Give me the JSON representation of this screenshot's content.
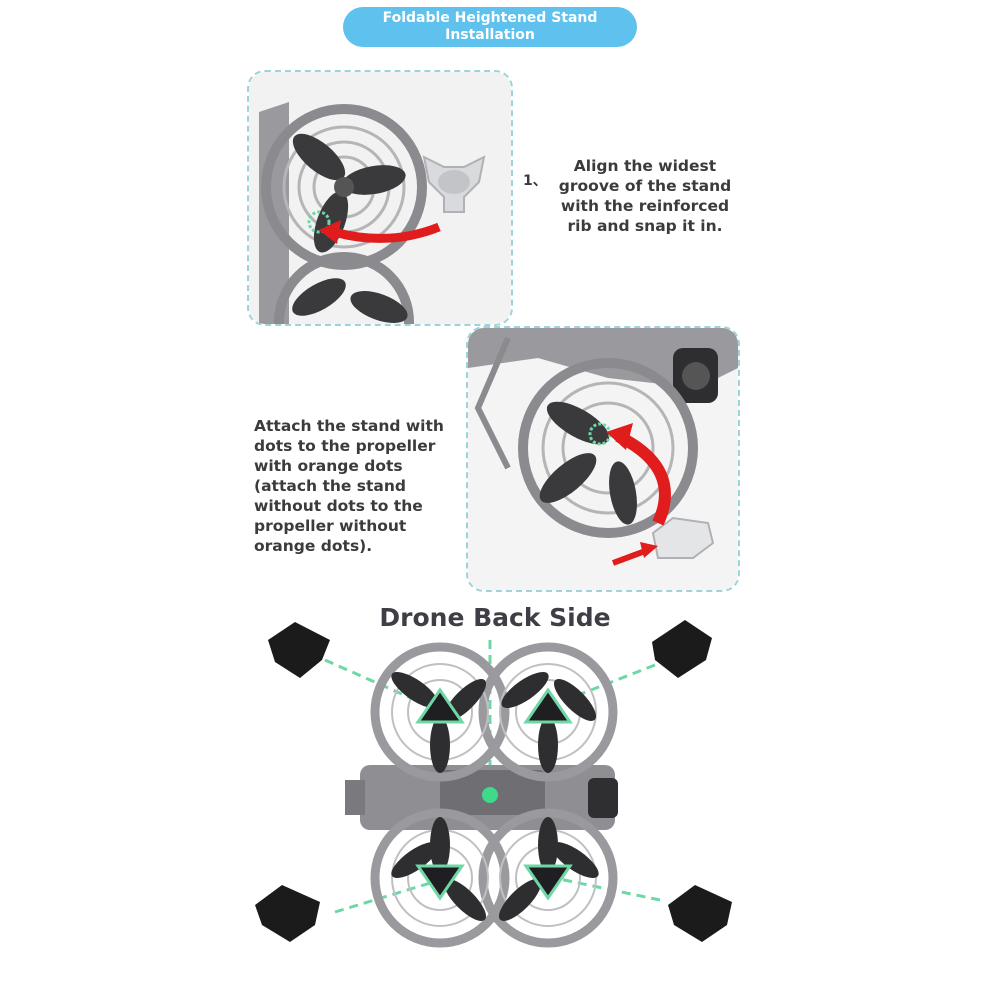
{
  "header": {
    "line1": "Foldable Heightened Stand",
    "line2": "Installation"
  },
  "step1": {
    "number": "1、",
    "lines": [
      "Align the widest",
      "groove of the stand",
      "with the reinforced",
      "rib and snap it in."
    ]
  },
  "step2": {
    "lines": [
      "Attach the stand with",
      "dots to the propeller",
      "with orange dots",
      "(attach the stand",
      "without dots to the",
      "propeller without",
      "orange dots)."
    ]
  },
  "diagram": {
    "title": "Drone Back Side"
  },
  "colors": {
    "pill": "#5ec1ee",
    "dashed_border": "#9fd3dc",
    "guide_green": "#6fd7a5",
    "arrow_red": "#e11c1c",
    "drone_grey": "#8b8b8f",
    "stand_black": "#1b1b1b"
  }
}
